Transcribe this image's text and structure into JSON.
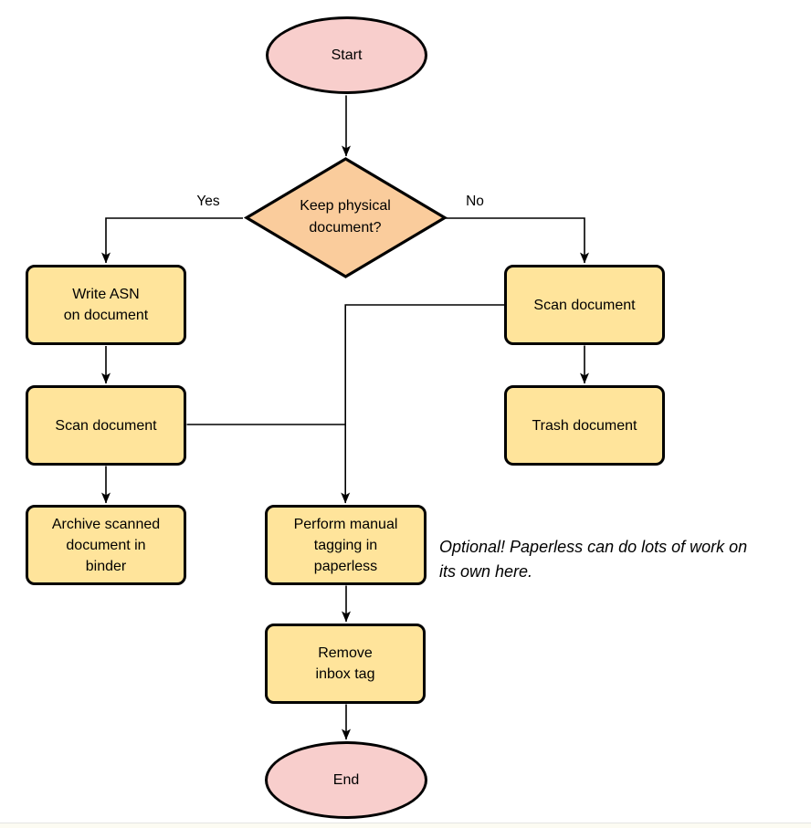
{
  "flowchart": {
    "nodes": {
      "start": {
        "type": "terminal",
        "label": "Start"
      },
      "decision": {
        "type": "decision",
        "label": "Keep physical\ndocument?"
      },
      "write_asn": {
        "type": "process",
        "label": "Write ASN\non document"
      },
      "scan_left": {
        "type": "process",
        "label": "Scan document"
      },
      "archive": {
        "type": "process",
        "label": "Archive scanned\ndocument in\nbinder"
      },
      "scan_right": {
        "type": "process",
        "label": "Scan document"
      },
      "trash": {
        "type": "process",
        "label": "Trash document"
      },
      "tagging": {
        "type": "process",
        "label": "Perform manual\ntagging in\npaperless"
      },
      "remove_inbox": {
        "type": "process",
        "label": "Remove\ninbox tag"
      },
      "end": {
        "type": "terminal",
        "label": "End"
      }
    },
    "edge_labels": {
      "yes": "Yes",
      "no": "No"
    },
    "note": "Optional! Paperless can do lots of work on\nits own here.",
    "colors": {
      "terminal_fill": "#F8CECC",
      "decision_fill": "#FACC9C",
      "process_fill": "#FFE49B",
      "stroke": "#000000"
    }
  }
}
